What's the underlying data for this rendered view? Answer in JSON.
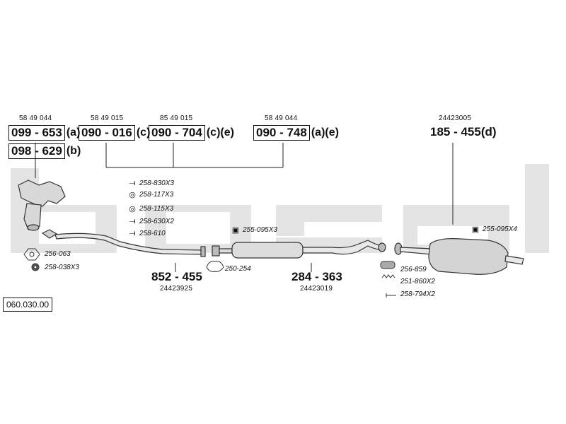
{
  "watermark": "bosal",
  "reference": "060.030.00",
  "groups": [
    {
      "oem": "58 49 044",
      "part": "099 - 653",
      "suffix": "(a)"
    },
    {
      "oem": "58 49 015",
      "part": "090 - 016",
      "suffix": "(c)"
    },
    {
      "oem": "85 49 015",
      "part": "090 - 704",
      "suffix": "(c)(e)"
    },
    {
      "oem": "58 49 044",
      "part": "090 - 748",
      "suffix": "(a)(e)"
    }
  ],
  "alt_part": {
    "part": "098 - 629",
    "suffix": "(b)"
  },
  "rear": {
    "oem": "24423005",
    "part": "185 - 455(d)"
  },
  "sections": [
    {
      "part": "852 - 455",
      "oem": "24423925"
    },
    {
      "part": "284 - 363",
      "oem": "24423019"
    }
  ],
  "accessories_front": [
    {
      "code": "258-830X3",
      "icon": "bolt-icon"
    },
    {
      "code": "258-117X3",
      "icon": "ring-icon"
    },
    {
      "code": "258-115X3",
      "icon": "ring-icon"
    },
    {
      "code": "258-630X2",
      "icon": "bolt-icon"
    },
    {
      "code": "258-610",
      "icon": "bolt-icon"
    }
  ],
  "accessories_left": [
    {
      "code": "256-063",
      "icon": "gasket-icon"
    },
    {
      "code": "258-038X3",
      "icon": "nut-icon"
    }
  ],
  "accessories_mid": [
    {
      "code": "255-095X3",
      "icon": "clamp-icon"
    },
    {
      "code": "250-254",
      "icon": "clamp-ring-icon"
    }
  ],
  "accessories_rear": [
    {
      "code": "255-095X4",
      "icon": "clamp-icon"
    },
    {
      "code": "256-859",
      "icon": "ring-icon"
    },
    {
      "code": "251-860X2",
      "icon": "spring-icon"
    },
    {
      "code": "258-794X2",
      "icon": "bolt-icon"
    }
  ]
}
